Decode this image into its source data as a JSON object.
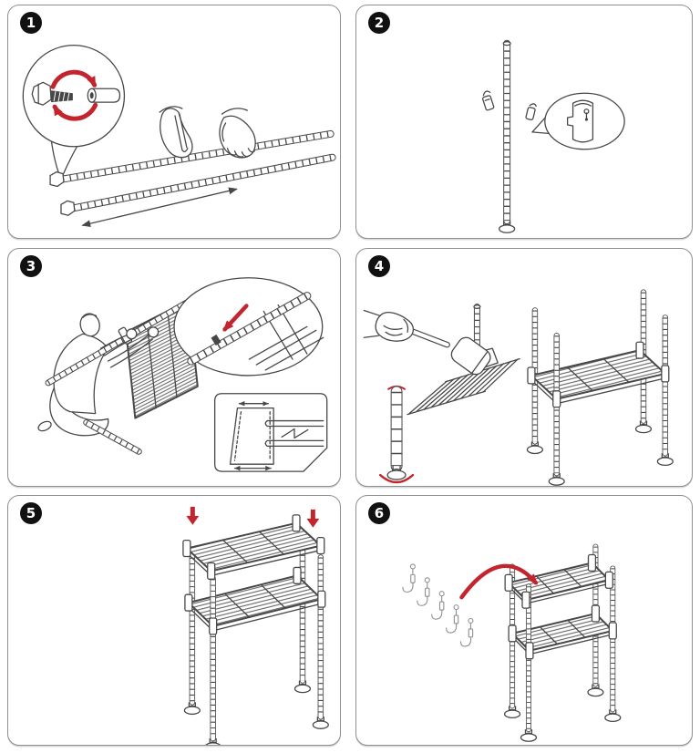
{
  "colors": {
    "accent_red": "#c2252e",
    "line_art": "#474747",
    "panel_border": "#8f8f8f",
    "badge_bg": "#111111",
    "badge_fg": "#ffffff"
  },
  "steps": [
    {
      "number": "1",
      "illustration": "screw-leveling-bolt-into-pole-ends"
    },
    {
      "number": "2",
      "illustration": "snap-plastic-sleeve-clips-onto-pole"
    },
    {
      "number": "3",
      "illustration": "slide-wire-shelf-over-poles-onto-sleeves"
    },
    {
      "number": "4",
      "illustration": "tap-shelf-corner-with-mallet-and-attach-feet"
    },
    {
      "number": "5",
      "illustration": "press-top-shelf-down-onto-poles"
    },
    {
      "number": "6",
      "illustration": "hang-hooks-on-assembled-shelf"
    }
  ]
}
